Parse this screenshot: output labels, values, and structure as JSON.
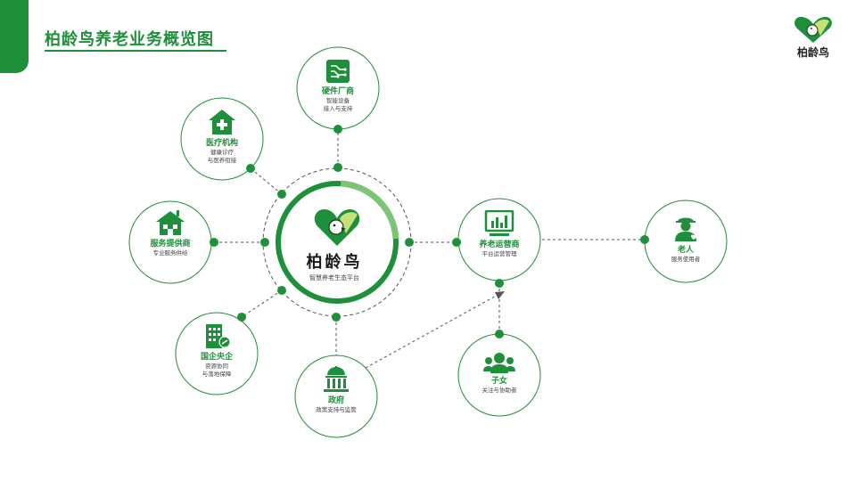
{
  "page": {
    "title": "柏龄鸟养老业务概览图"
  },
  "brand": {
    "name": "柏龄鸟",
    "logo_icon": "heart-bird-logo-icon"
  },
  "hub": {
    "name": "柏龄鸟",
    "tagline": "智慧养老生态平台",
    "logo_icon": "heart-bird-logo-icon"
  },
  "colors": {
    "primary": "#1e8f3a",
    "light": "#7cc576",
    "dot": "#1e8f3a"
  },
  "nodes": {
    "hardware": {
      "label": "硬件厂商",
      "desc": "智能设备\n接入与支持",
      "icon": "circuit-board-icon"
    },
    "medical": {
      "label": "医疗机构",
      "desc": "健康诊疗\n与医养衔接",
      "icon": "hospital-icon"
    },
    "provider": {
      "label": "服务提供商",
      "desc": "专业服务供给",
      "icon": "house-icon"
    },
    "soe": {
      "label": "国企央企",
      "desc": "资源协同\n与落地保障",
      "icon": "office-building-icon"
    },
    "government": {
      "label": "政府",
      "desc": "政策支持与监管",
      "icon": "government-building-icon"
    },
    "operator": {
      "label": "养老运营商",
      "desc": "平台运营管理",
      "icon": "analytics-monitor-icon"
    },
    "elderly": {
      "label": "老人",
      "desc": "服务使用者",
      "icon": "elderly-person-icon"
    },
    "children": {
      "label": "子女",
      "desc": "关注与协助者",
      "icon": "family-group-icon"
    }
  }
}
